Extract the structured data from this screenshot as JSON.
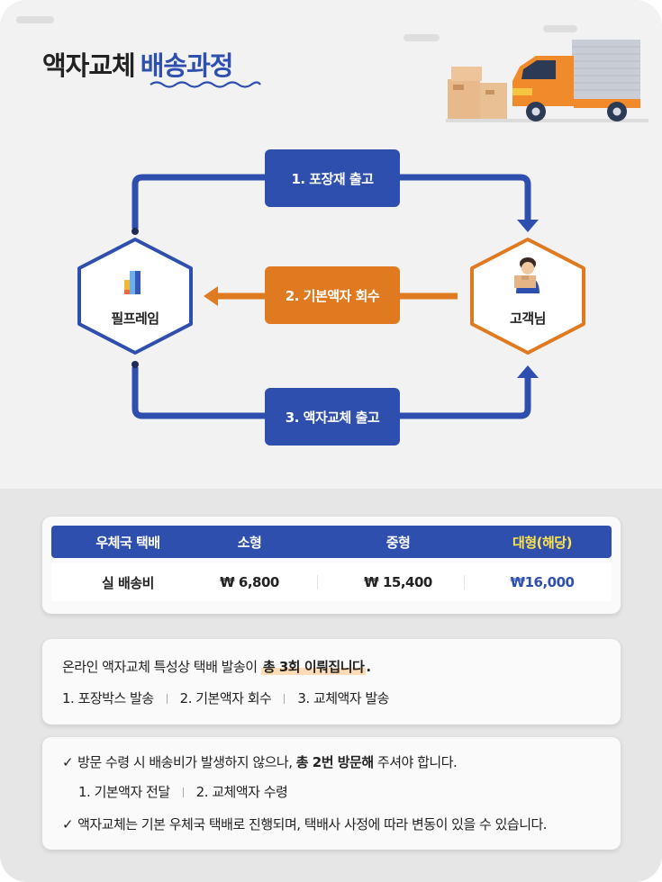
{
  "title": {
    "main": "액자교체",
    "accent": "배송과정"
  },
  "steps": {
    "step1": "1. 포장재 출고",
    "step2": "2. 기본액자 회수",
    "step3": "3. 액자교체 출고"
  },
  "nodes": {
    "left": "필프레임",
    "right": "고객님"
  },
  "table": {
    "headers": [
      "우체국 택배",
      "소형",
      "중형",
      "대형(해당)"
    ],
    "row": [
      "실 배송비",
      "₩ 6,800",
      "₩ 15,400",
      "₩16,000"
    ]
  },
  "info1": {
    "line_prefix": "온라인 액자교체 특성상 택배 발송이 ",
    "line_highlight": "총 3회 이뤄집니다",
    "line_suffix": ".",
    "items": [
      "1. 포장박스 발송",
      "2. 기본액자 회수",
      "3. 교체액자 발송"
    ]
  },
  "info2": {
    "note1_prefix": "방문 수령 시 배송비가 발생하지 않으나, ",
    "note1_bold": "총 2번 방문해",
    "note1_suffix": " 주셔야 합니다.",
    "items": [
      "1. 기본액자 전달",
      "2. 교체액자 수령"
    ],
    "note2": "액자교체는 기본 우체국 택배로 진행되며, 택배사 사정에 따라 변동이 있을 수 있습니다."
  },
  "colors": {
    "blue": "#2e4fae",
    "orange": "#e07a20",
    "yellow": "#ffe34d"
  }
}
